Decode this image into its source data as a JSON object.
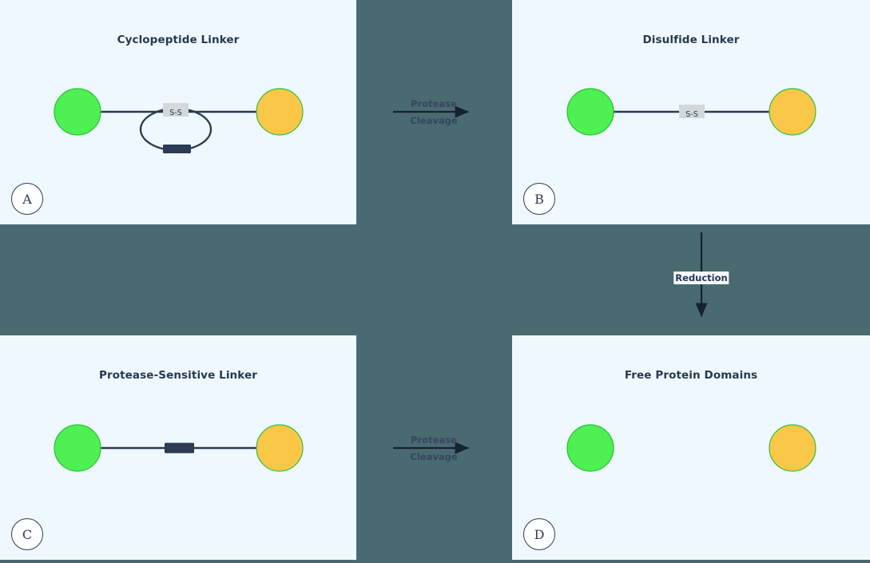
{
  "figure": {
    "background_color": "#4a6a72",
    "panel_background": "#eff8fe"
  },
  "palette": {
    "green_domain": "#4ef054",
    "green_domain_border": "#22c32e",
    "amber_domain": "#fbc748",
    "amber_domain_border": "#2fbf3c",
    "linker_stroke": "#2b3b52",
    "peptide_block": "#2b3b52",
    "ss_label_background": "#d3d8dc",
    "text_dark": "#27384f"
  },
  "panels": [
    {
      "id": "a",
      "badge": "A",
      "title": "Cyclopeptide Linker",
      "elements": {
        "left_domain": "green-protein-domain",
        "right_domain": "amber-protein-domain",
        "disulfide_label": "S-S",
        "cyclic_loop": "cyclopeptide-loop",
        "peptide_block": "protease-cleavage-site"
      }
    },
    {
      "id": "b",
      "badge": "B",
      "title": "Disulfide Linker",
      "elements": {
        "left_domain": "green-protein-domain",
        "right_domain": "amber-protein-domain",
        "disulfide_label": "S-S"
      }
    },
    {
      "id": "c",
      "badge": "C",
      "title": "Protease-Sensitive Linker",
      "elements": {
        "left_domain": "green-protein-domain",
        "right_domain": "amber-protein-domain",
        "peptide_block": "protease-cleavage-site"
      }
    },
    {
      "id": "d",
      "badge": "D",
      "title": "Free Protein Domains",
      "elements": {
        "left_domain": "green-protein-domain",
        "right_domain": "amber-protein-domain"
      }
    }
  ],
  "transitions": [
    {
      "id": "top",
      "direction": "horizontal",
      "from_panel": "A",
      "to_panel": "B",
      "label_line1": "Protease",
      "label_line2": "Cleavage",
      "style": "split"
    },
    {
      "id": "bottom",
      "direction": "horizontal",
      "from_panel": "C",
      "to_panel": "D",
      "label_line1": "Protease",
      "label_line2": "Cleavage",
      "style": "split"
    },
    {
      "id": "right",
      "direction": "vertical",
      "from_panel": "B",
      "to_panel": "D",
      "label_line1": "Reduction",
      "style": "boxed"
    }
  ]
}
